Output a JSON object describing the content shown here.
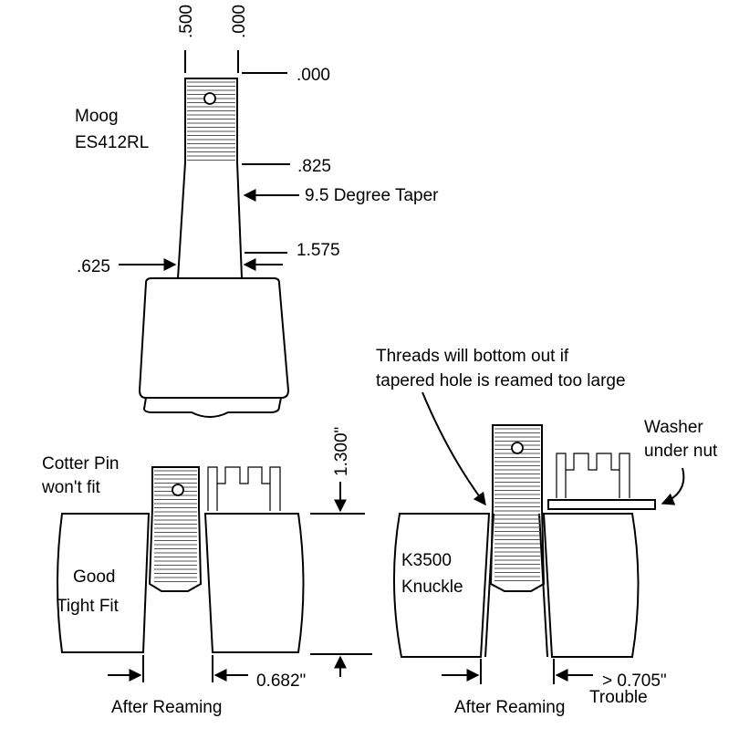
{
  "stud_dims": {
    "top_left": ".500",
    "top_right": ".000",
    "zero": ".000",
    "thread_len": ".825",
    "taper_note": "9.5 Degree Taper",
    "taper_len": "1.575",
    "diameter": ".625"
  },
  "part": {
    "brand": "Moog",
    "number": "ES412RL"
  },
  "left_view": {
    "note_line1": "Cotter Pin",
    "note_line2": "won't fit",
    "fit_line1": "Good",
    "fit_line2": "Tight Fit",
    "height": "1.300\"",
    "width": "0.682\"",
    "caption": "After Reaming"
  },
  "right_view": {
    "warn_line1": "Threads will bottom out if",
    "warn_line2": "tapered hole is reamed too large",
    "washer_line1": "Washer",
    "washer_line2": "under nut",
    "knuckle_line1": "K3500",
    "knuckle_line2": "Knuckle",
    "width": "> 0.705\"",
    "trouble": "Trouble",
    "caption": "After Reaming"
  }
}
